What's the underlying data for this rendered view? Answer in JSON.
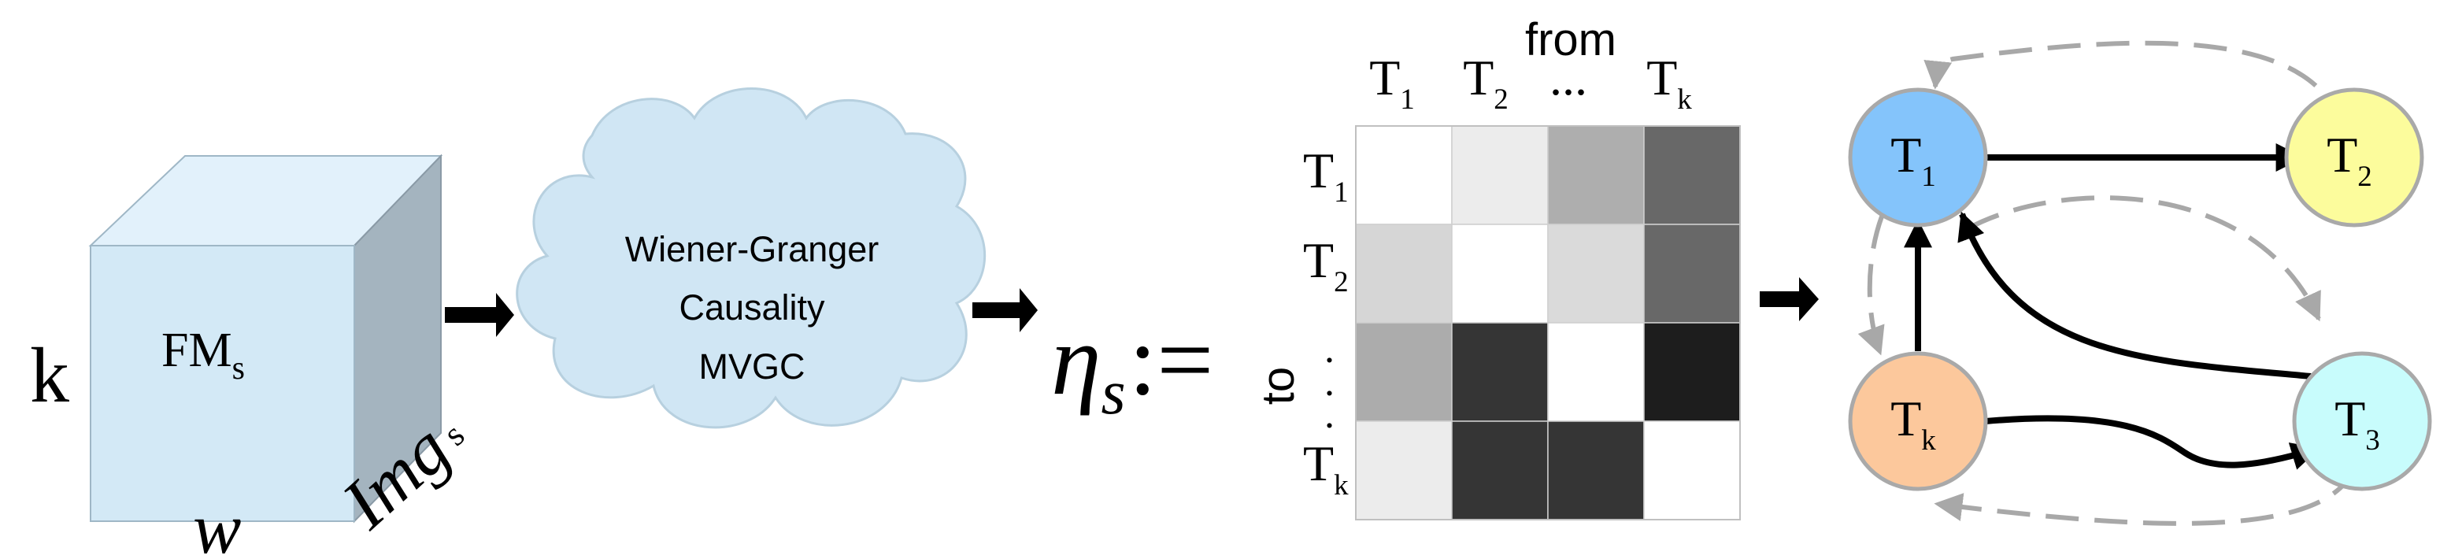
{
  "cube": {
    "label_main": "FM",
    "label_sub": "s",
    "height_label": "k",
    "width_label": "w",
    "depth_label_main": "Img",
    "depth_label_sub": "s"
  },
  "cloud": {
    "line1": "Wiener-Granger",
    "line2": "Causality",
    "line3": "MVGC"
  },
  "eta": {
    "symbol": "η",
    "sub": "s",
    "assign": ":="
  },
  "matrix": {
    "from_label": "from",
    "to_label": "to",
    "col_labels": [
      {
        "main": "T",
        "sub": "1"
      },
      {
        "main": "T",
        "sub": "2"
      },
      {
        "main": "...",
        "sub": ""
      },
      {
        "main": "T",
        "sub": "k"
      }
    ],
    "row_labels": [
      {
        "main": "T",
        "sub": "1"
      },
      {
        "main": "T",
        "sub": "2"
      },
      {
        "main": ".",
        "sub": ""
      },
      {
        "main": "T",
        "sub": "k"
      }
    ],
    "cells": [
      [
        "#ffffff",
        "#ececec",
        "#aeaeae",
        "#686868"
      ],
      [
        "#d6d6d6",
        "#ffffff",
        "#dadada",
        "#686868"
      ],
      [
        "#acacac",
        "#353535",
        "#ffffff",
        "#1d1d1d"
      ],
      [
        "#ececec",
        "#353535",
        "#353535",
        "#ffffff"
      ]
    ]
  },
  "graph": {
    "nodes": [
      {
        "id": "t1",
        "main": "T",
        "sub": "1",
        "fill": "#84c4fb"
      },
      {
        "id": "t2",
        "main": "T",
        "sub": "2",
        "fill": "#fcfc9c"
      },
      {
        "id": "tk",
        "main": "T",
        "sub": "k",
        "fill": "#fcc89c"
      },
      {
        "id": "t3",
        "main": "T",
        "sub": "3",
        "fill": "#c8fcfc"
      }
    ]
  }
}
